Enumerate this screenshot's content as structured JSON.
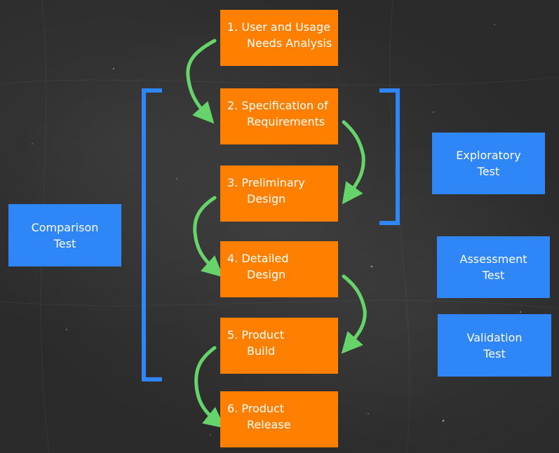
{
  "colors": {
    "background": "#2f2f2f",
    "step_box": "#ff8000",
    "test_box": "#2f86f6",
    "bracket": "#2f86f6",
    "arrow": "#66d46a"
  },
  "steps": [
    {
      "line1": "1. User and Usage",
      "line2": "Needs Analysis"
    },
    {
      "line1": "2. Specification of",
      "line2": "Requirements"
    },
    {
      "line1": "3. Preliminary",
      "line2": "Design"
    },
    {
      "line1": "4. Detailed",
      "line2": "Design"
    },
    {
      "line1": "5. Product",
      "line2": "Build"
    },
    {
      "line1": "6. Product",
      "line2": "Release"
    }
  ],
  "tests": {
    "comparison": {
      "line1": "Comparison",
      "line2": "Test"
    },
    "exploratory": {
      "line1": "Exploratory",
      "line2": "Test"
    },
    "assessment": {
      "line1": "Assessment",
      "line2": "Test"
    },
    "validation": {
      "line1": "Validation",
      "line2": "Test"
    }
  }
}
